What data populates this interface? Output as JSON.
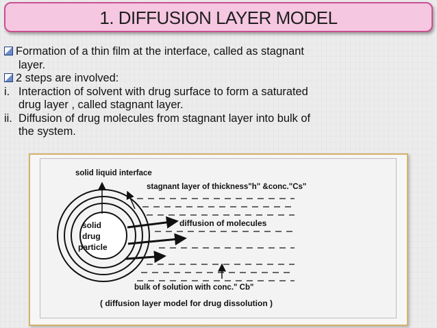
{
  "title": "1. DIFFUSION LAYER MODEL",
  "bullets": [
    {
      "lines": [
        "Formation of a thin film at the interface, called as stagnant",
        "layer."
      ]
    },
    {
      "lines": [
        "2 steps are involved:"
      ]
    }
  ],
  "steps": [
    {
      "num": "i.",
      "lines": [
        "Interaction of solvent with drug surface to form a saturated",
        "drug layer , called stagnant layer."
      ]
    },
    {
      "num": "ii.",
      "lines": [
        "Diffusion of drug molecules from stagnant layer into bulk of",
        "the system."
      ]
    }
  ],
  "figure": {
    "label_interface": "solid liquid interface",
    "label_stagnant": "stagnant layer of thickness\"h\" &conc.\"Cs\"",
    "label_diffusion": "diffusion of molecules",
    "label_bulk": "bulk of solution with conc.\" Cb\"",
    "particle_line1": "solid",
    "particle_line2": "drug",
    "particle_line3": "particle",
    "caption": "( diffusion layer model for drug dissolution )"
  }
}
